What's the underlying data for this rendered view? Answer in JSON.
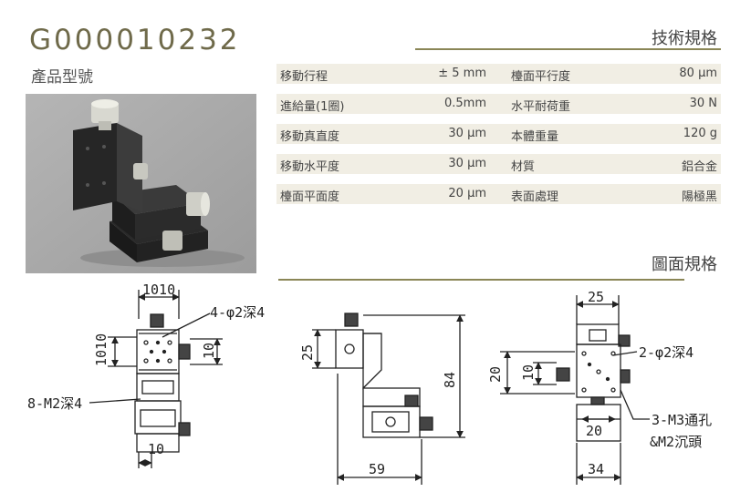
{
  "header": {
    "model_code": "G000010232",
    "model_label": "產品型號",
    "spec_title": "技術規格",
    "drawing_title": "圖面規格"
  },
  "specs": [
    {
      "label": "移動行程",
      "value": "± 5 mm",
      "label2": "檯面平行度",
      "value2": "80 μm"
    },
    {
      "label": "進給量(1圈)",
      "value": "0.5mm",
      "label2": "水平耐荷重",
      "value2": "30 N"
    },
    {
      "label": "移動真直度",
      "value": "30 μm",
      "label2": "本體重量",
      "value2": "120 g"
    },
    {
      "label": "移動水平度",
      "value": "30 μm",
      "label2": "材質",
      "value2": "鋁合金"
    },
    {
      "label": "檯面平面度",
      "value": "20 μm",
      "label2": "表面處理",
      "value2": "陽極黑"
    }
  ],
  "drawing": {
    "left": {
      "dim_top": "1010",
      "dim_left": "1010",
      "dim_right": "10",
      "dim_bottom": "10",
      "note_holes": "4-φ2深4",
      "note_threads": "8-M2深4"
    },
    "middle": {
      "dim_left": "25",
      "dim_right": "84",
      "dim_bottom": "59"
    },
    "right": {
      "dim_top": "25",
      "dim_left_outer": "20",
      "dim_left_inner": "10",
      "dim_center": "20",
      "dim_bottom": "34",
      "note_holes": "2-φ2深4",
      "note_thru_1": "3-M3通孔",
      "note_thru_2": "&M2沉頭"
    }
  },
  "colors": {
    "accent": "#8a8656",
    "row_bg": "#f1eee4",
    "title": "#6f6a4a"
  }
}
